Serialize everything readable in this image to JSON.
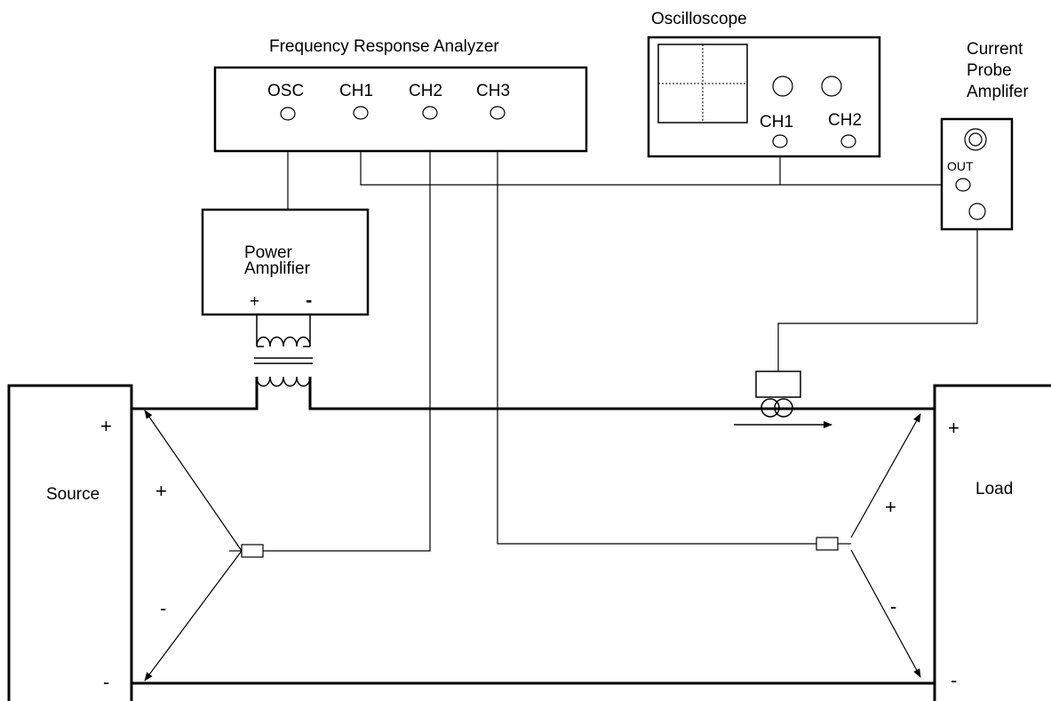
{
  "fra": {
    "title": "Frequency Response Analyzer",
    "osc_label": "OSC",
    "ch1_label": "CH1",
    "ch2_label": "CH2",
    "ch3_label": "CH3"
  },
  "oscilloscope": {
    "title": "Oscilloscope",
    "ch1_label": "CH1",
    "ch2_label": "CH2"
  },
  "current_probe_amplifier": {
    "title_line1": "Current",
    "title_line2": "Probe",
    "title_line3": "Amplifer",
    "out_label": "OUT"
  },
  "power_amplifier": {
    "title_line1": "Power",
    "title_line2": "Amplifier",
    "plus_label": "+",
    "minus_label": "-"
  },
  "source": {
    "label": "Source",
    "plus_label": "+",
    "minus_label": "-",
    "probe_plus_label": "+",
    "probe_minus_label": "-"
  },
  "load": {
    "label": "Load",
    "plus_label": "+",
    "minus_label": "-",
    "probe_plus_label": "+",
    "probe_minus_label": "-"
  }
}
